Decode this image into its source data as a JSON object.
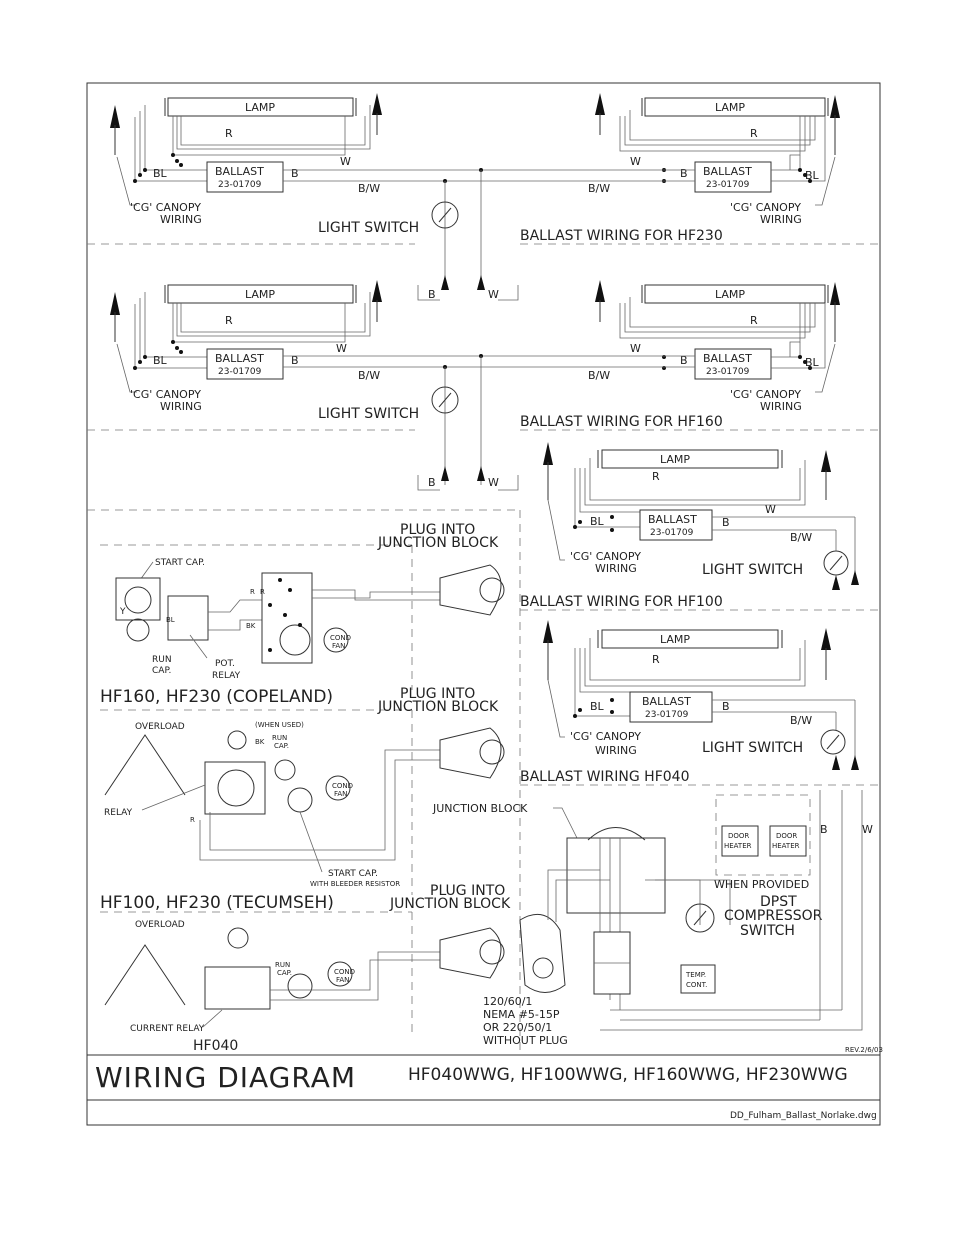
{
  "ballast_blocks": {
    "lamp": "LAMP",
    "ballast": "BALLAST",
    "part_no": "23-01709",
    "wire_r": "R",
    "wire_w": "W",
    "wire_b": "B",
    "wire_bw": "B/W",
    "wire_bl": "BL",
    "canopy_1": "'CG' CANOPY",
    "canopy_2": "WIRING",
    "light_switch": "LIGHT SWITCH"
  },
  "section_titles": {
    "hf230": "BALLAST WIRING FOR HF230",
    "hf160": "BALLAST WIRING FOR HF160",
    "hf100": "BALLAST WIRING FOR HF100",
    "hf040": "BALLAST WIRING HF040"
  },
  "compressor": {
    "plug_1": "PLUG INTO",
    "plug_2": "JUNCTION BLOCK",
    "start_cap": "START CAP.",
    "run_cap_1": "RUN",
    "run_cap_2": "CAP.",
    "pot_relay_1": "POT.",
    "pot_relay_2": "RELAY",
    "copeland": "HF160, HF230 (COPELAND)",
    "overload": "OVERLOAD",
    "when_used": "(WHEN USED)",
    "relay": "RELAY",
    "start_cap_bleeder_1": "START CAP.",
    "start_cap_bleeder_2": "WITH BLEEDER RESISTOR",
    "tecumseh": "HF100, HF230 (TECUMSEH)",
    "current_relay": "CURRENT RELAY",
    "hf040": "HF040",
    "fan_1": "COND",
    "fan_2": "FAN",
    "y": "Y",
    "bk": "BK"
  },
  "junction": {
    "junction_block": "JUNCTION BLOCK",
    "door_heater_1": "DOOR",
    "door_heater_2": "HEATER",
    "when_provided": "WHEN PROVIDED",
    "dpst_1": "DPST",
    "dpst_2": "COMPRESSOR",
    "dpst_3": "SWITCH",
    "temp_1": "TEMP.",
    "temp_2": "CONT.",
    "nema_1": "120/60/1",
    "nema_2": "NEMA #5-15P",
    "nema_3": "OR 220/50/1",
    "nema_4": "WITHOUT PLUG",
    "b": "B",
    "w": "W"
  },
  "footer": {
    "title": "WIRING DIAGRAM",
    "models": "HF040WWG, HF100WWG, HF160WWG, HF230WWG",
    "rev": "REV.2/6/03",
    "file": "DD_Fulham_Ballast_Norlake.dwg"
  }
}
